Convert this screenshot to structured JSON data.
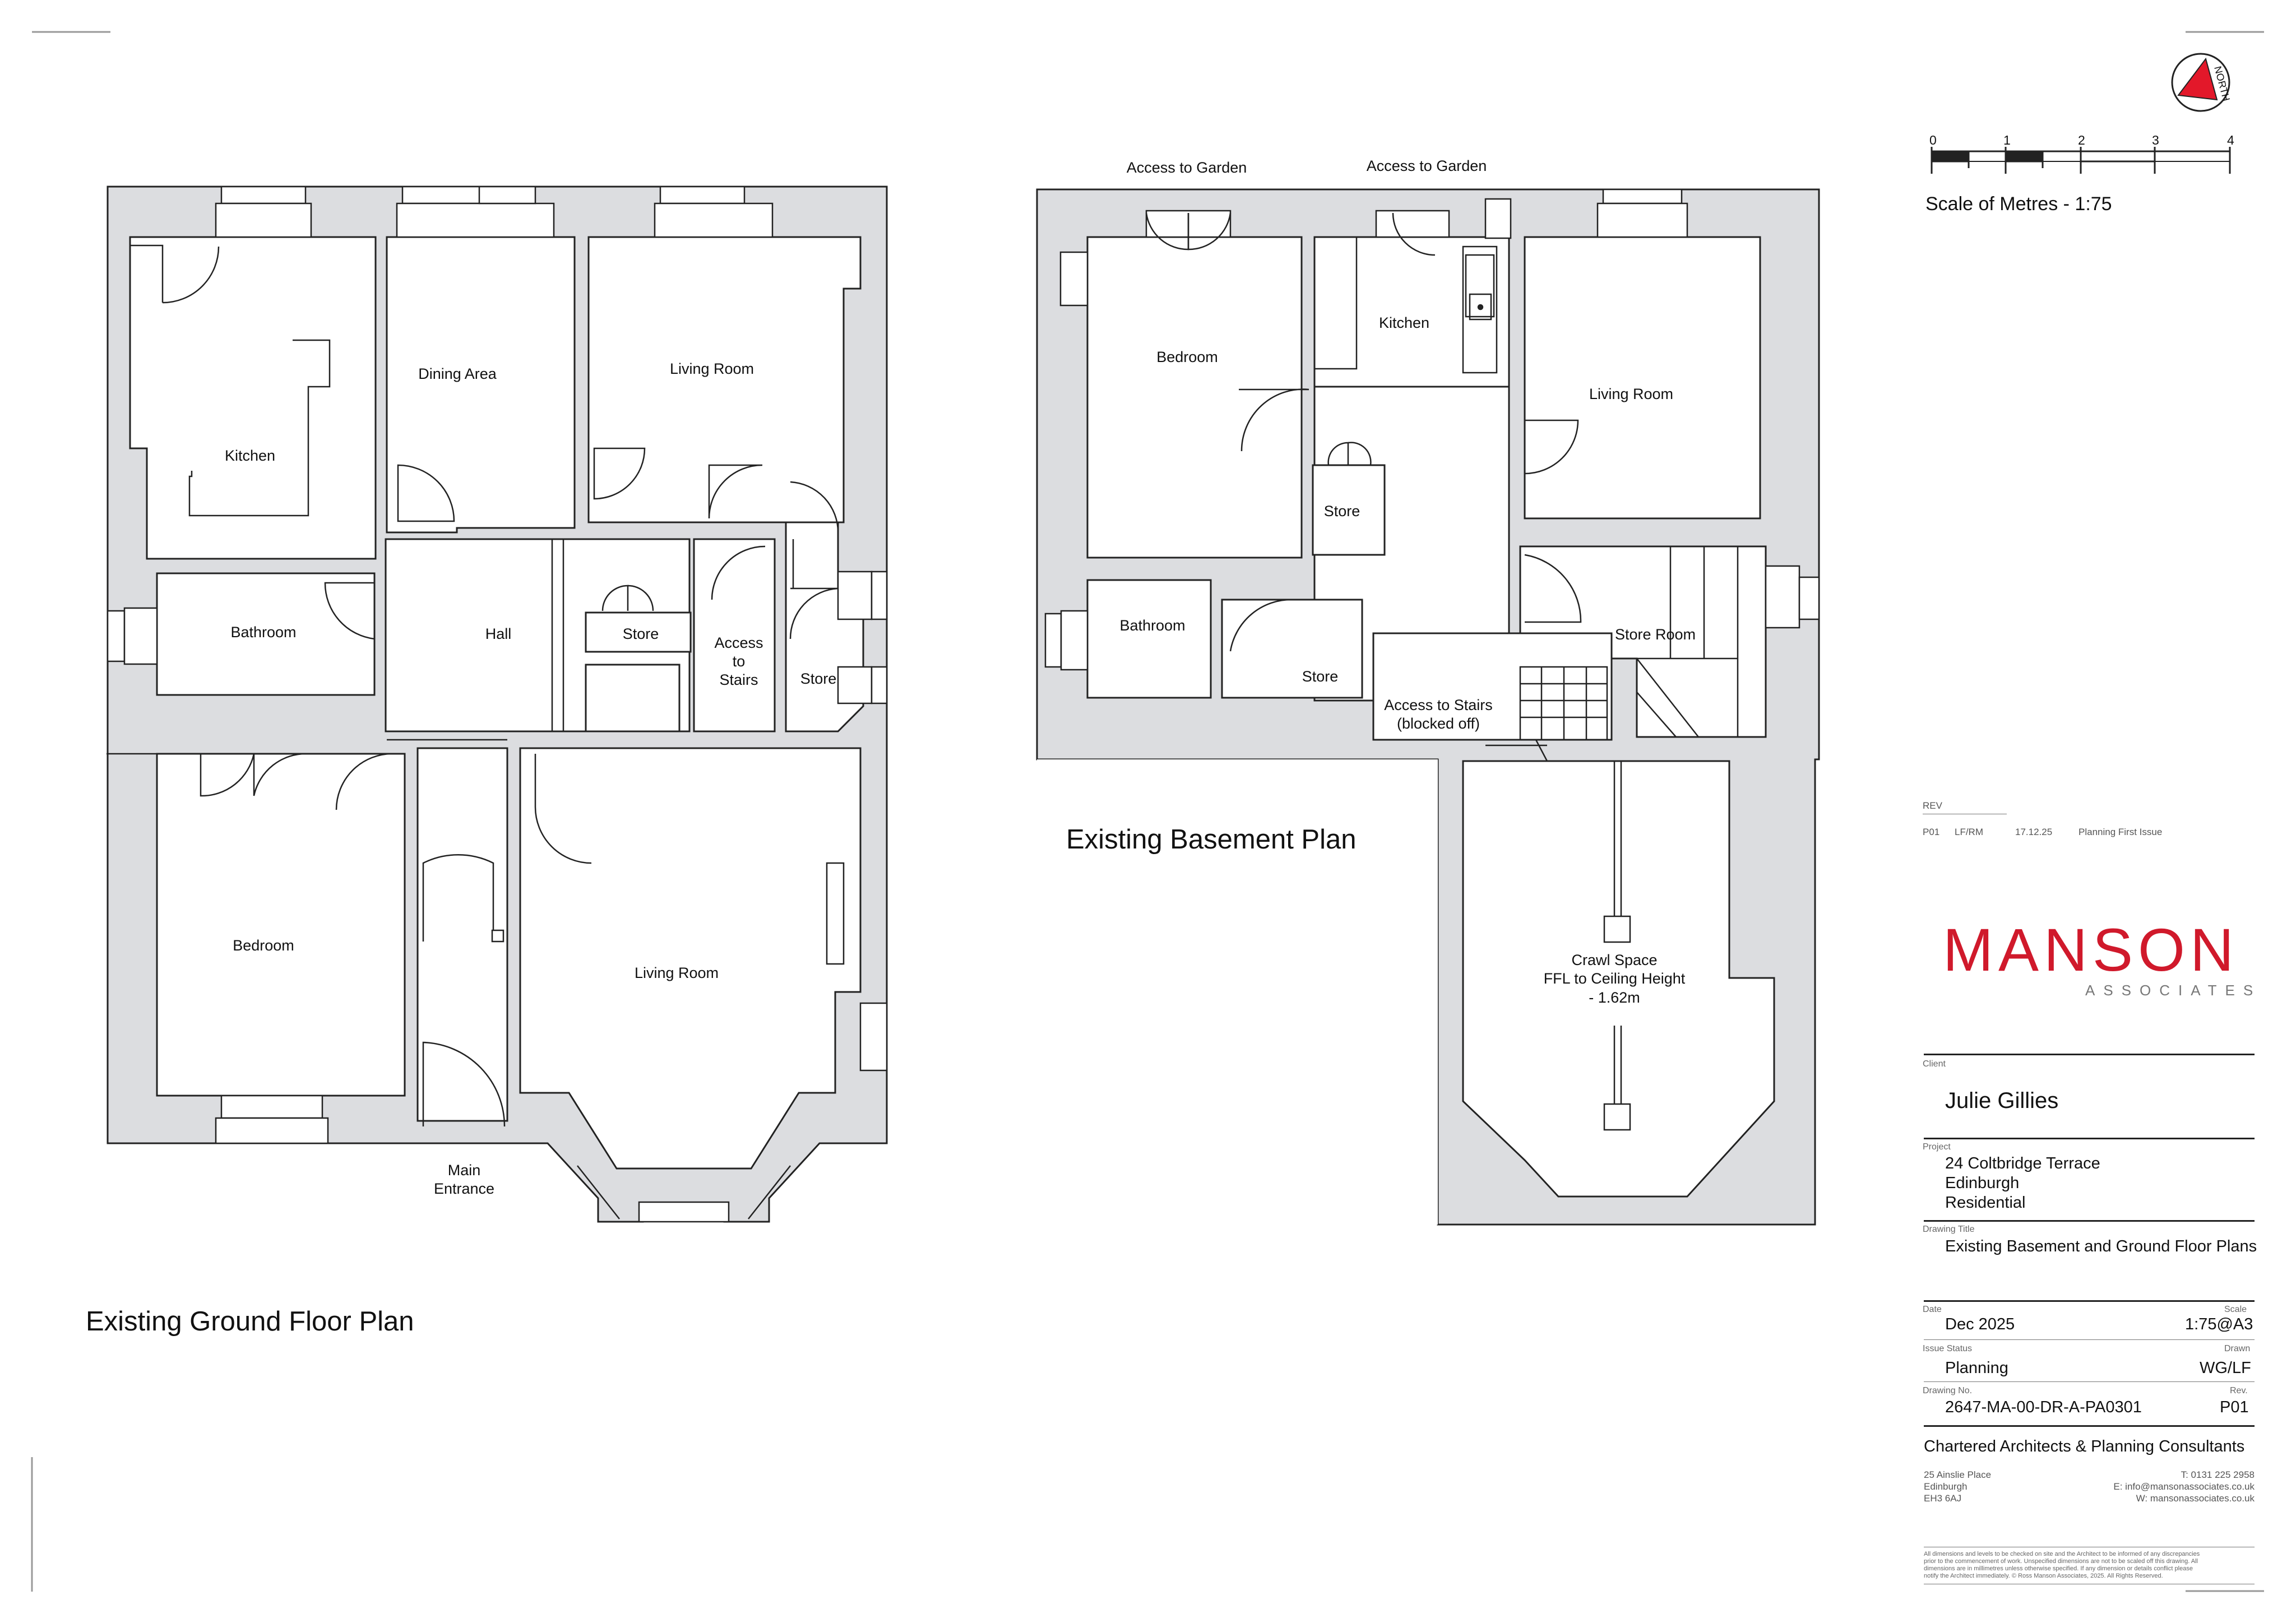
{
  "drawing": {
    "ground_title": "Existing Ground Floor Plan",
    "basement_title": "Existing Basement Plan",
    "north_label": "NORTH"
  },
  "ground_rooms": {
    "kitchen": "Kitchen",
    "dining": "Dining Area",
    "living_top": "Living Room",
    "bathroom": "Bathroom",
    "hall": "Hall",
    "store_mid": "Store",
    "access_l1": "Access",
    "access_l2": "to",
    "access_l3": "Stairs",
    "store_right": "Store",
    "bedroom": "Bedroom",
    "living_bottom": "Living Room",
    "entrance_l1": "Main",
    "entrance_l2": "Entrance"
  },
  "basement_rooms": {
    "garden_left": "Access to Garden",
    "garden_right": "Access to Garden",
    "bedroom": "Bedroom",
    "kitchen": "Kitchen",
    "living": "Living Room",
    "store_top": "Store",
    "bathroom": "Bathroom",
    "store_bottom": "Store",
    "stairs_l1": "Access to Stairs",
    "stairs_l2": "(blocked off)",
    "store_room": "Store Room",
    "crawl_l1": "Crawl Space",
    "crawl_l2": "FFL to Ceiling Height",
    "crawl_l3": "- 1.62m"
  },
  "scale": {
    "ticks": [
      "0",
      "1",
      "2",
      "3",
      "4"
    ],
    "caption": "Scale of Metres - 1:75"
  },
  "revision": {
    "header": "REV",
    "rev": "P01",
    "by": "LF/RM",
    "date": "17.12.25",
    "desc": "Planning First Issue"
  },
  "brand": {
    "name": "MANSON",
    "sub": "ASSOCIATES",
    "color": "#d0192b"
  },
  "title_block": {
    "client_label": "Client",
    "client": "Julie Gillies",
    "project_label": "Project",
    "project_lines": [
      "24 Coltbridge Terrace",
      "Edinburgh",
      "Residential"
    ],
    "drawing_title_label": "Drawing Title",
    "drawing_title": "Existing Basement and Ground Floor Plans",
    "date_label": "Date",
    "date": "Dec 2025",
    "scale_label": "Scale",
    "scale": "1:75@A3",
    "issue_label": "Issue Status",
    "issue": "Planning",
    "drawn_label": "Drawn",
    "drawn": "WG/LF",
    "number_label": "Drawing No.",
    "number": "2647-MA-00-DR-A-PA0301",
    "rev_label": "Rev.",
    "rev": "P01",
    "firm": "Chartered Architects & Planning Consultants",
    "address": [
      "25 Ainslie Place",
      "Edinburgh",
      "EH3 6AJ"
    ],
    "contact": [
      "T: 0131 225 2958",
      "E: info@mansonassociates.co.uk",
      "W: mansonassociates.co.uk"
    ],
    "disclaimer": [
      "All dimensions and levels to be checked on site and the Architect to be informed of any discrepancies",
      "prior to the commencement of work. Unspecified dimensions are not to be scaled off this drawing. All",
      "dimensions are in millimetres unless otherwise specified. If any dimension or details conflict please",
      "notify the Architect immediately. © Ross Manson Associates, 2025. All Rights Reserved."
    ]
  }
}
